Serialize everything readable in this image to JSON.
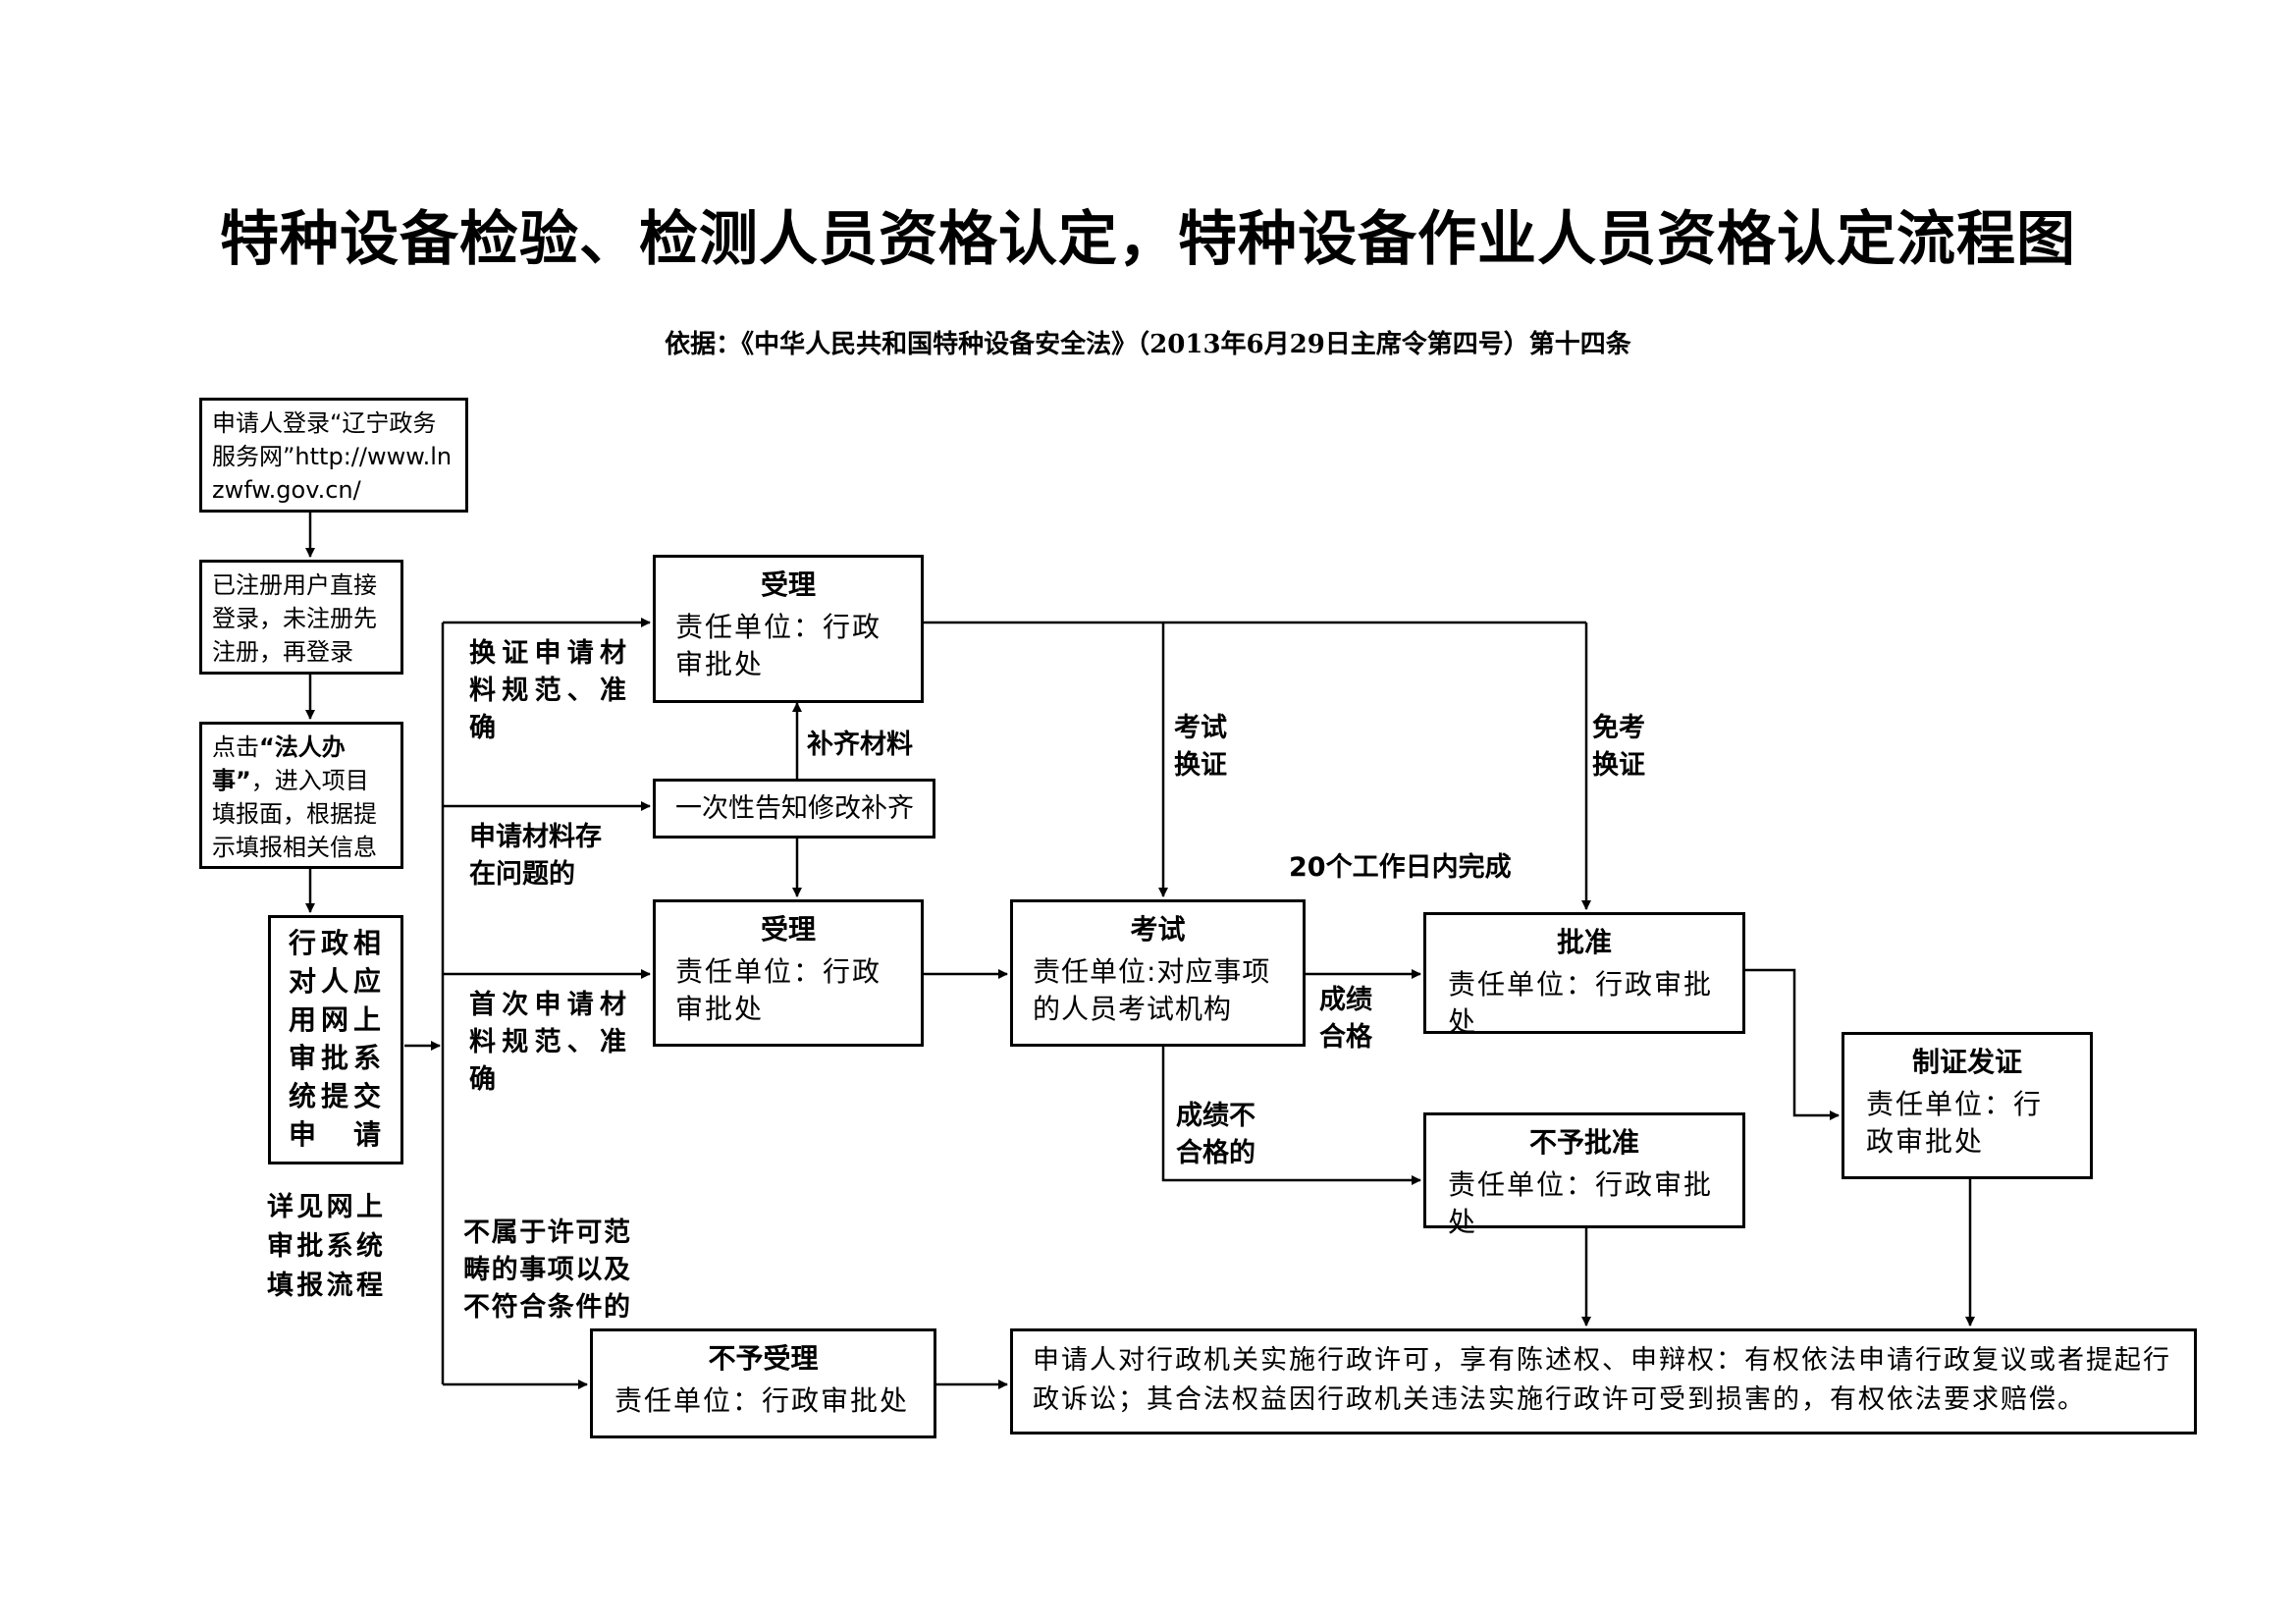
{
  "title": "特种设备检验、检测人员资格认定，特种设备作业人员资格认定流程图",
  "basis": "依据：《中华人民共和国特种设备安全法》（2013年6月29日主席令第四号）第十四条",
  "steps": {
    "login": "申请人登录“辽宁政务服务网”http://www.lnzwfw.gov.cn/",
    "register": "已注册用户直接登录，未注册先注册，再登录",
    "click_prefix": "点击",
    "click_bold": "“法人办事”",
    "click_suffix": "，进入项目填报面，根据提示填报相关信息",
    "submit": "行政相对人应用网上审批系统提交申 请",
    "see_online": "详见网上审批系统填报流程"
  },
  "boxes": {
    "accept_top": {
      "title": "受理",
      "body": "责任单位：行政审批处"
    },
    "notify": {
      "body": "一次性告知修改补齐"
    },
    "accept_main": {
      "title": "受理",
      "body": "责任单位：行政审批处"
    },
    "exam": {
      "title": "考试",
      "body": "责任单位:对应事项的人员考试机构"
    },
    "approve": {
      "title": "批准",
      "body": "责任单位：行政审批处"
    },
    "issue": {
      "title": "制证发证",
      "body": "责任单位：行政审批处"
    },
    "not_approve": {
      "title": "不予批准",
      "body": "责任单位：行政审批处"
    },
    "not_accept": {
      "title": "不予受理",
      "body": "责任单位：行政审批处"
    },
    "rights": {
      "body": "申请人对行政机关实施行政许可，享有陈述权、申辩权：有权依法申请行政复议或者提起行政诉讼；其合法权益因行政机关违法实施行政许可受到损害的，有权依法要求赔偿。"
    }
  },
  "labels": {
    "renewal": "换证申请材料规范、准确",
    "problem": "申请材料存在问题的",
    "first": "首次申请材料规范、准确",
    "out_of_scope": "不属于许可范畴的事项以及不符合条件的",
    "supplement": "补齐材料",
    "exam_renewal": "考试换证",
    "exempt_renewal": "免考换证",
    "deadline": "20个工作日内完成",
    "pass": "成绩合格",
    "fail": "成绩不合格的"
  }
}
